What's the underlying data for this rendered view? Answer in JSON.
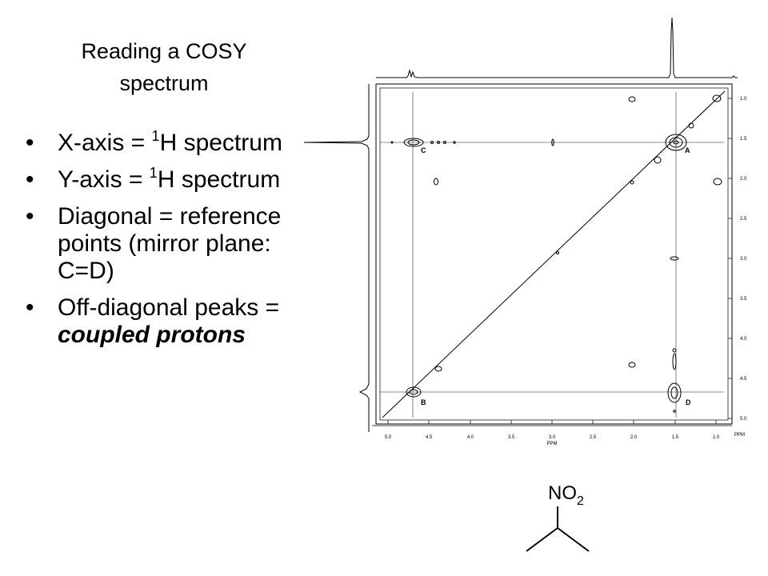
{
  "slide": {
    "title_line1": "Reading a COSY",
    "title_line2": "spectrum",
    "bullet_glyph": "•",
    "bullets": [
      {
        "pre": "X-axis = ",
        "sup": "1",
        "post": "H spectrum"
      },
      {
        "pre": "Y-axis = ",
        "sup": "1",
        "post": "H spectrum"
      },
      {
        "pre": "Diagonal = reference points (mirror plane: C=D)"
      },
      {
        "pre": "Off-diagonal peaks = ",
        "em": "coupled protons"
      }
    ]
  },
  "spectrum": {
    "x_axis_label": "PPM",
    "y_axis_label": "PPM",
    "x_ticks": [
      "5.0",
      "4.5",
      "4.0",
      "3.5",
      "3.0",
      "2.5",
      "2.0",
      "1.5",
      "1.0"
    ],
    "y_ticks": [
      "1.0",
      "1.5",
      "2.0",
      "2.5",
      "3.0",
      "3.5",
      "4.0",
      "4.5",
      "5.0"
    ],
    "peak_labels": {
      "a": "A",
      "b": "B",
      "c": "C",
      "d": "D"
    }
  },
  "molecule": {
    "group": "NO",
    "subscript": "2"
  }
}
